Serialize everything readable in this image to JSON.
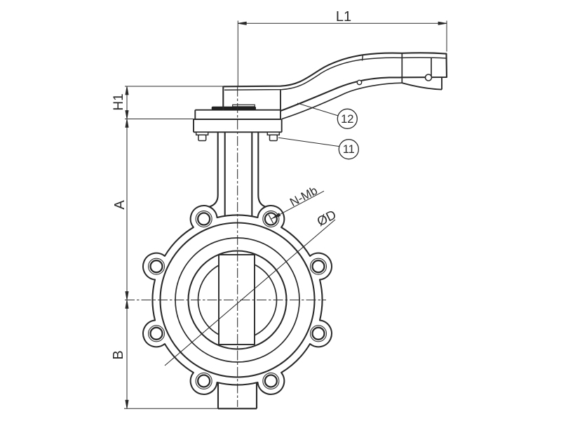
{
  "dimensions": {
    "length": "L1",
    "neck_height": "H1",
    "upper_height": "A",
    "lower_height": "B"
  },
  "annotations": {
    "bolt_pattern": "N-Mb",
    "bore_diameter": "ØD"
  },
  "callouts": {
    "handle": "12",
    "mounting_bolt": "11"
  },
  "colors": {
    "line": "#2b2b2b",
    "background": "#ffffff",
    "packing_fill": "#222222"
  }
}
